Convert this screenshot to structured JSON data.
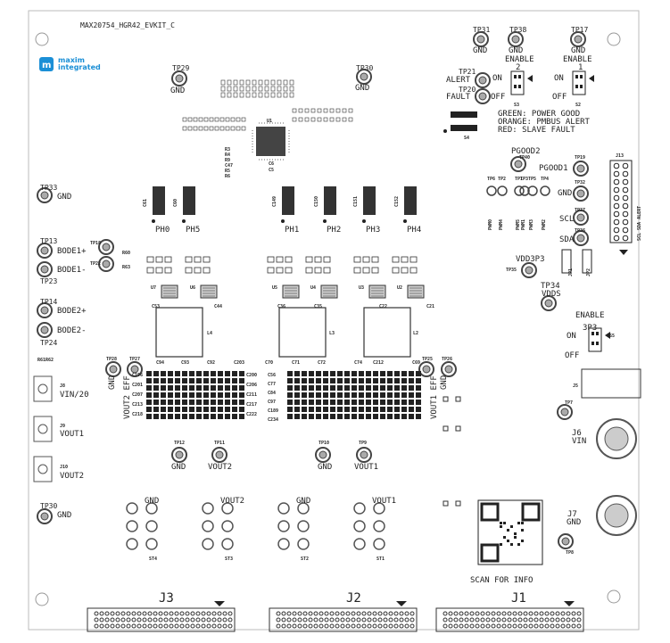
{
  "board_name": "MAX20754_HGR42_EVKIT_C",
  "logo": {
    "line1": "maxim",
    "line2": "integrated"
  },
  "testpoints": {
    "tp29": {
      "id": "TP29",
      "label": "GND"
    },
    "tp30t": {
      "id": "TP30",
      "label": "GND"
    },
    "tp31": {
      "id": "TP31",
      "label": "GND"
    },
    "tp38": {
      "id": "TP38",
      "label": "GND"
    },
    "tp17": {
      "id": "TP17",
      "label": "GND"
    },
    "tp21": {
      "id": "TP21",
      "label": "ALERT"
    },
    "tp20": {
      "id": "TP20",
      "label": "FAULT"
    },
    "tp33": {
      "id": "TP33",
      "label": "GND"
    },
    "tp13": {
      "id": "TP13",
      "label": "BODE1+"
    },
    "tp23": {
      "id": "TP23",
      "label": "BODE1-"
    },
    "tp14": {
      "id": "TP14",
      "label": "BODE2+"
    },
    "tp24": {
      "id": "TP24",
      "label": "BODE2-"
    },
    "tp18": {
      "id": "TP18"
    },
    "tp22": {
      "id": "TP22"
    },
    "tp12": {
      "id": "TP12",
      "label": "GND"
    },
    "tp11": {
      "id": "TP11",
      "label": "VOUT2"
    },
    "tp10": {
      "id": "TP10",
      "label": "GND"
    },
    "tp9": {
      "id": "TP9",
      "label": "VOUT1"
    },
    "tp30b": {
      "id": "TP30",
      "label": "GND"
    },
    "tp19": {
      "id": "TP19",
      "label": "PGOOD1"
    },
    "tp40": {
      "id": "TP40",
      "label": "PGOOD2"
    },
    "tp32": {
      "id": "TP32",
      "label": "GND"
    },
    "tp37": {
      "id": "TP37",
      "label": "SCL"
    },
    "tp36": {
      "id": "TP36",
      "label": "SDA"
    },
    "tp35": {
      "id": "TP35",
      "label": "VDD3P3"
    },
    "tp34": {
      "id": "TP34",
      "label": "VDDS"
    },
    "tp7": {
      "id": "TP7"
    },
    "tp8": {
      "id": "TP8"
    },
    "tp25": {
      "id": "TP25"
    },
    "tp26": {
      "id": "TP26",
      "label": "GND"
    },
    "tp27": {
      "id": "TP27"
    },
    "tp28": {
      "id": "TP28",
      "label": "GND"
    }
  },
  "pwm_points": [
    {
      "id": "TP6",
      "label": "PWM0"
    },
    {
      "id": "TP2",
      "label": "PWM4"
    },
    {
      "id": "TP1",
      "label": "PWM5"
    },
    {
      "id": "TP3",
      "label": "PWM1"
    },
    {
      "id": "TP5",
      "label": "PWM3"
    },
    {
      "id": "TP4",
      "label": "PWM2"
    }
  ],
  "phases": [
    "PH0",
    "PH5",
    "PH1",
    "PH2",
    "PH3",
    "PH4"
  ],
  "phase_caps": [
    "C61",
    "C60",
    "C149",
    "C150",
    "C151",
    "C152"
  ],
  "switches": {
    "s3": {
      "id": "S3",
      "title": "ENABLE",
      "num": "2",
      "on": "ON",
      "off": "OFF"
    },
    "s2": {
      "id": "S2",
      "title": "ENABLE",
      "num": "1",
      "on": "ON",
      "off": "OFF"
    },
    "s5": {
      "id": "S5",
      "title": "ENABLE",
      "num": "3P3",
      "on": "ON",
      "off": "OFF"
    },
    "s4": {
      "id": "S4"
    }
  },
  "led_legend": [
    "GREEN: POWER GOOD",
    "ORANGE: PMBUS ALERT",
    "RED: SLAVE FAULT"
  ],
  "connectors": {
    "j13": "J13",
    "j13_side": "SCL SDA ALERT",
    "j5": "J5",
    "j6": "J6",
    "j6_label": "VIN",
    "j7": "J7",
    "j7_label": "GND",
    "j8": "J8",
    "j8_label": "VIN/20",
    "j9": "J9",
    "j9_label": "VOUT1",
    "j10": "J10",
    "j10_label": "VOUT2",
    "j1": "J1",
    "j2": "J2",
    "j3": "J3",
    "jp1": "JP1",
    "jp2": "JP2"
  },
  "terminals": [
    {
      "label": "GND",
      "id": "ST4"
    },
    {
      "label": "VOUT2",
      "id": "ST3"
    },
    {
      "label": "GND",
      "id": "ST2"
    },
    {
      "label": "VOUT1",
      "id": "ST1"
    }
  ],
  "inductors": [
    "L4",
    "L3",
    "L2"
  ],
  "ics": [
    "U7",
    "U6",
    "U5",
    "U4",
    "U3",
    "U2",
    "U1"
  ],
  "eff_labels": {
    "vout2": "VOUT2 EFF",
    "vout1": "VOUT1 EFF"
  },
  "resistors_small": [
    "R61R62",
    "R60",
    "R63"
  ],
  "scan_text": "SCAN FOR INFO",
  "refdes_misc": [
    "R3",
    "R4",
    "R9",
    "C47",
    "R5",
    "R6",
    "C6",
    "C5",
    "C53",
    "C44",
    "C36",
    "C35",
    "C22",
    "C21",
    "C94",
    "C93",
    "C92",
    "C203",
    "C70",
    "C71",
    "C72",
    "C74",
    "C212",
    "C69"
  ],
  "cap_rows": {
    "left": [
      "C196",
      "C201",
      "C207",
      "C213",
      "C218"
    ],
    "mid_right": [
      "C200",
      "C206",
      "C211",
      "C217",
      "C222"
    ],
    "center_left": [
      "C56",
      "C77",
      "C84",
      "C97",
      "C189",
      "C234"
    ]
  },
  "colors": {
    "silk": "#222222",
    "logo": "#1b8fd6",
    "copper": "#dddddd",
    "pad": "#888888"
  }
}
